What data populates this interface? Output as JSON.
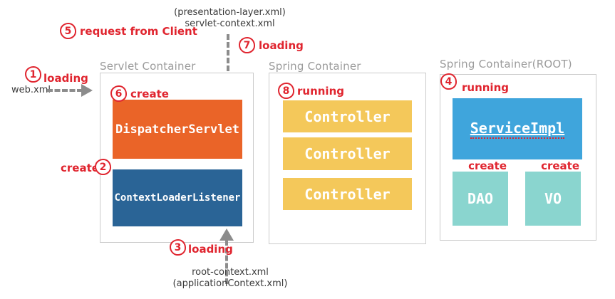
{
  "colors": {
    "orange": "#EA6428",
    "dark_blue": "#2A6496",
    "yellow": "#F4C85A",
    "light_blue": "#3FA5DC",
    "teal": "#8AD5CF",
    "red": "#E0252F",
    "gray_label": "#9B9B9B",
    "arrow_gray": "#8C8C8C",
    "border_gray": "#CBCBCB"
  },
  "annotations": {
    "step1": {
      "num": "1",
      "label": "loading"
    },
    "step2": {
      "num": "2",
      "label": "create"
    },
    "step3": {
      "num": "3",
      "label": "loading"
    },
    "step4": {
      "num": "4",
      "label": "running"
    },
    "step5": {
      "num": "5",
      "label": "request from Client"
    },
    "step6": {
      "num": "6",
      "label": "create"
    },
    "step7": {
      "num": "7",
      "label": "loading"
    },
    "step8": {
      "num": "8",
      "label": "running"
    }
  },
  "files": {
    "web_xml": "web.xml",
    "presentation_layer": "(presentation-layer.xml)",
    "servlet_context": "servlet-context.xml",
    "root_context": "root-context.xml",
    "application_context": "(applicationContext.xml)"
  },
  "containers": {
    "servlet": {
      "title": "Servlet Container",
      "dispatcher": "DispatcherServlet",
      "context_loader": "ContextLoaderListener"
    },
    "spring": {
      "title": "Spring Container",
      "controllers": [
        "Controller",
        "Controller",
        "Controller"
      ]
    },
    "spring_root": {
      "title": "Spring Container(ROOT)",
      "service": "ServiceImpl",
      "create_dao": "create",
      "create_vo": "create",
      "dao": "DAO",
      "vo": "VO"
    }
  }
}
